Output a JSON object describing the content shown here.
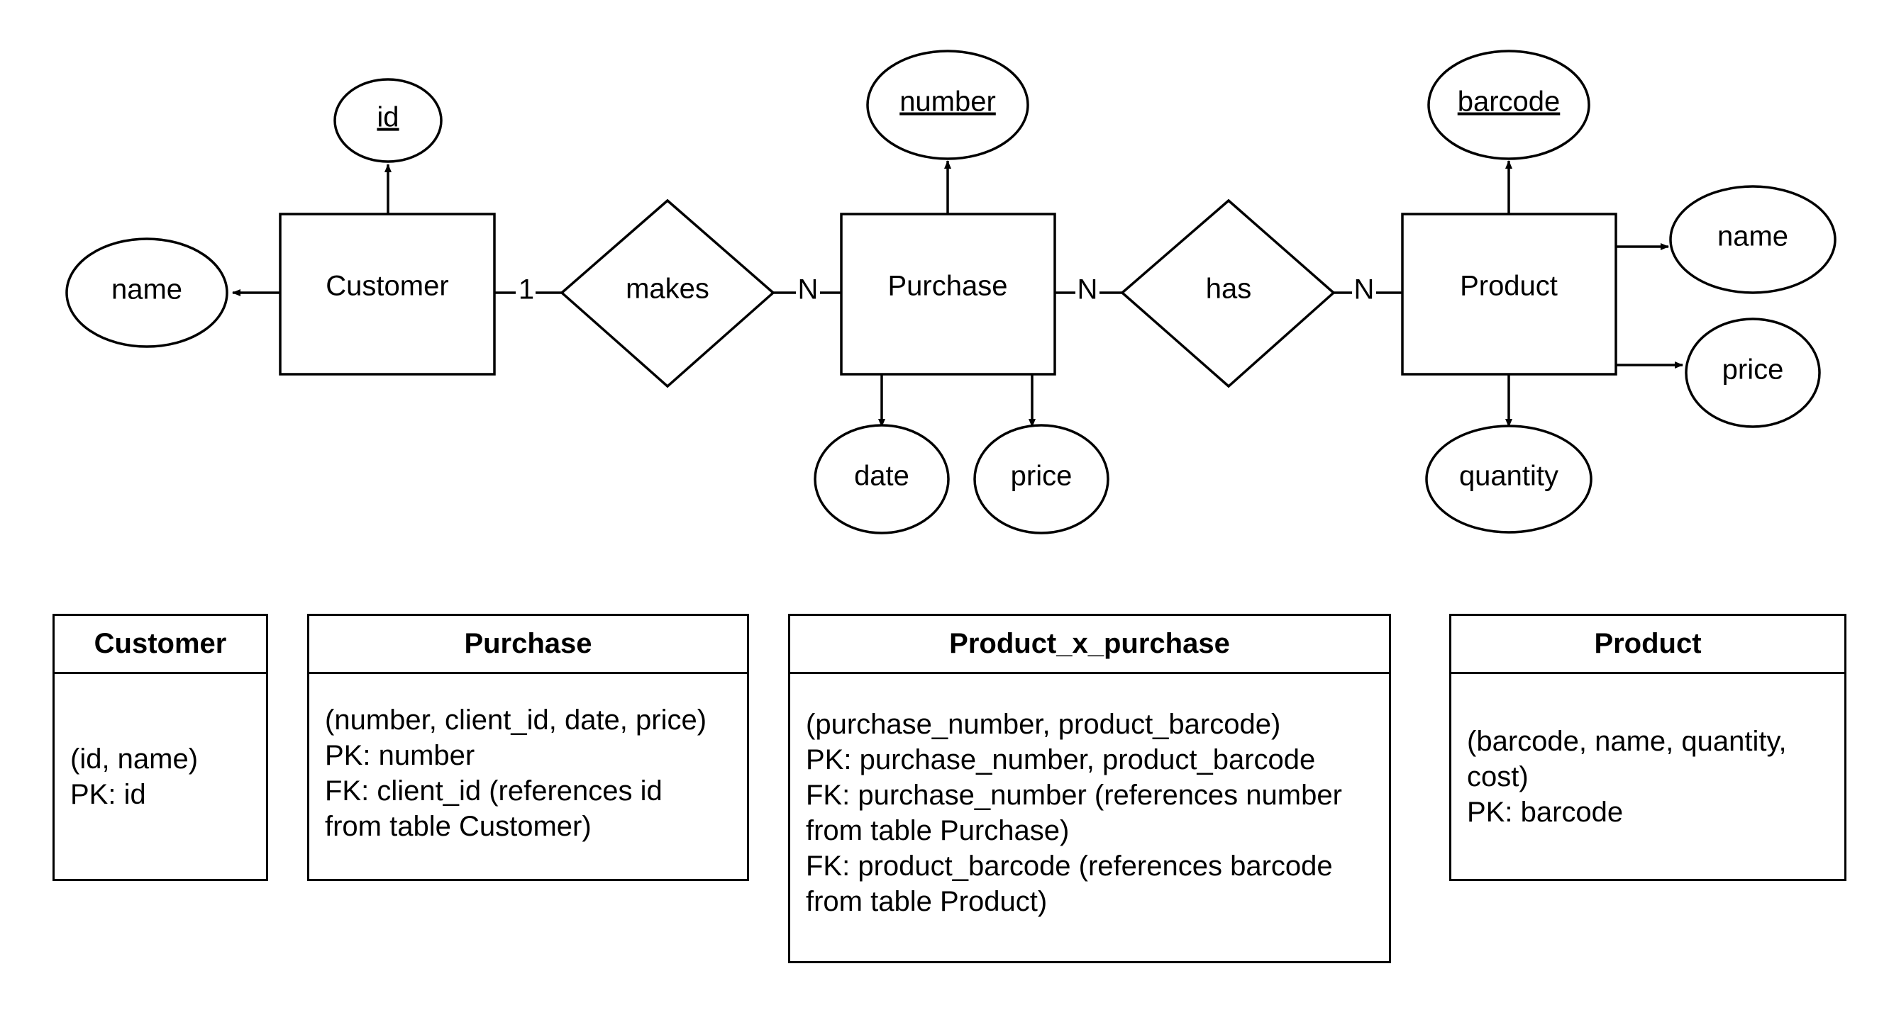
{
  "er_diagram": {
    "entities": {
      "customer": "Customer",
      "purchase": "Purchase",
      "product": "Product"
    },
    "relationships": {
      "makes": "makes",
      "has": "has"
    },
    "attributes": {
      "customer_id": "id",
      "customer_name": "name",
      "purchase_number": "number",
      "purchase_date": "date",
      "purchase_price": "price",
      "product_barcode": "barcode",
      "product_name": "name",
      "product_price": "price",
      "product_quantity": "quantity"
    },
    "cardinalities": {
      "customer_makes": "1",
      "makes_purchase": "N",
      "purchase_has": "N",
      "has_product": "N"
    }
  },
  "tables": {
    "customer": {
      "title": "Customer",
      "lines": [
        "(id, name)",
        "PK: id"
      ]
    },
    "purchase": {
      "title": "Purchase",
      "lines": [
        "(number, client_id, date, price)",
        "PK: number",
        "FK: client_id (references id",
        "from table Customer)"
      ]
    },
    "product_x_purchase": {
      "title": "Product_x_purchase",
      "lines": [
        "(purchase_number, product_barcode)",
        "PK: purchase_number, product_barcode",
        "FK: purchase_number (references number",
        "from table Purchase)",
        "FK: product_barcode (references barcode",
        "from table Product)"
      ]
    },
    "product": {
      "title": "Product",
      "lines": [
        "(barcode, name, quantity,",
        "cost)",
        "PK: barcode"
      ]
    }
  }
}
